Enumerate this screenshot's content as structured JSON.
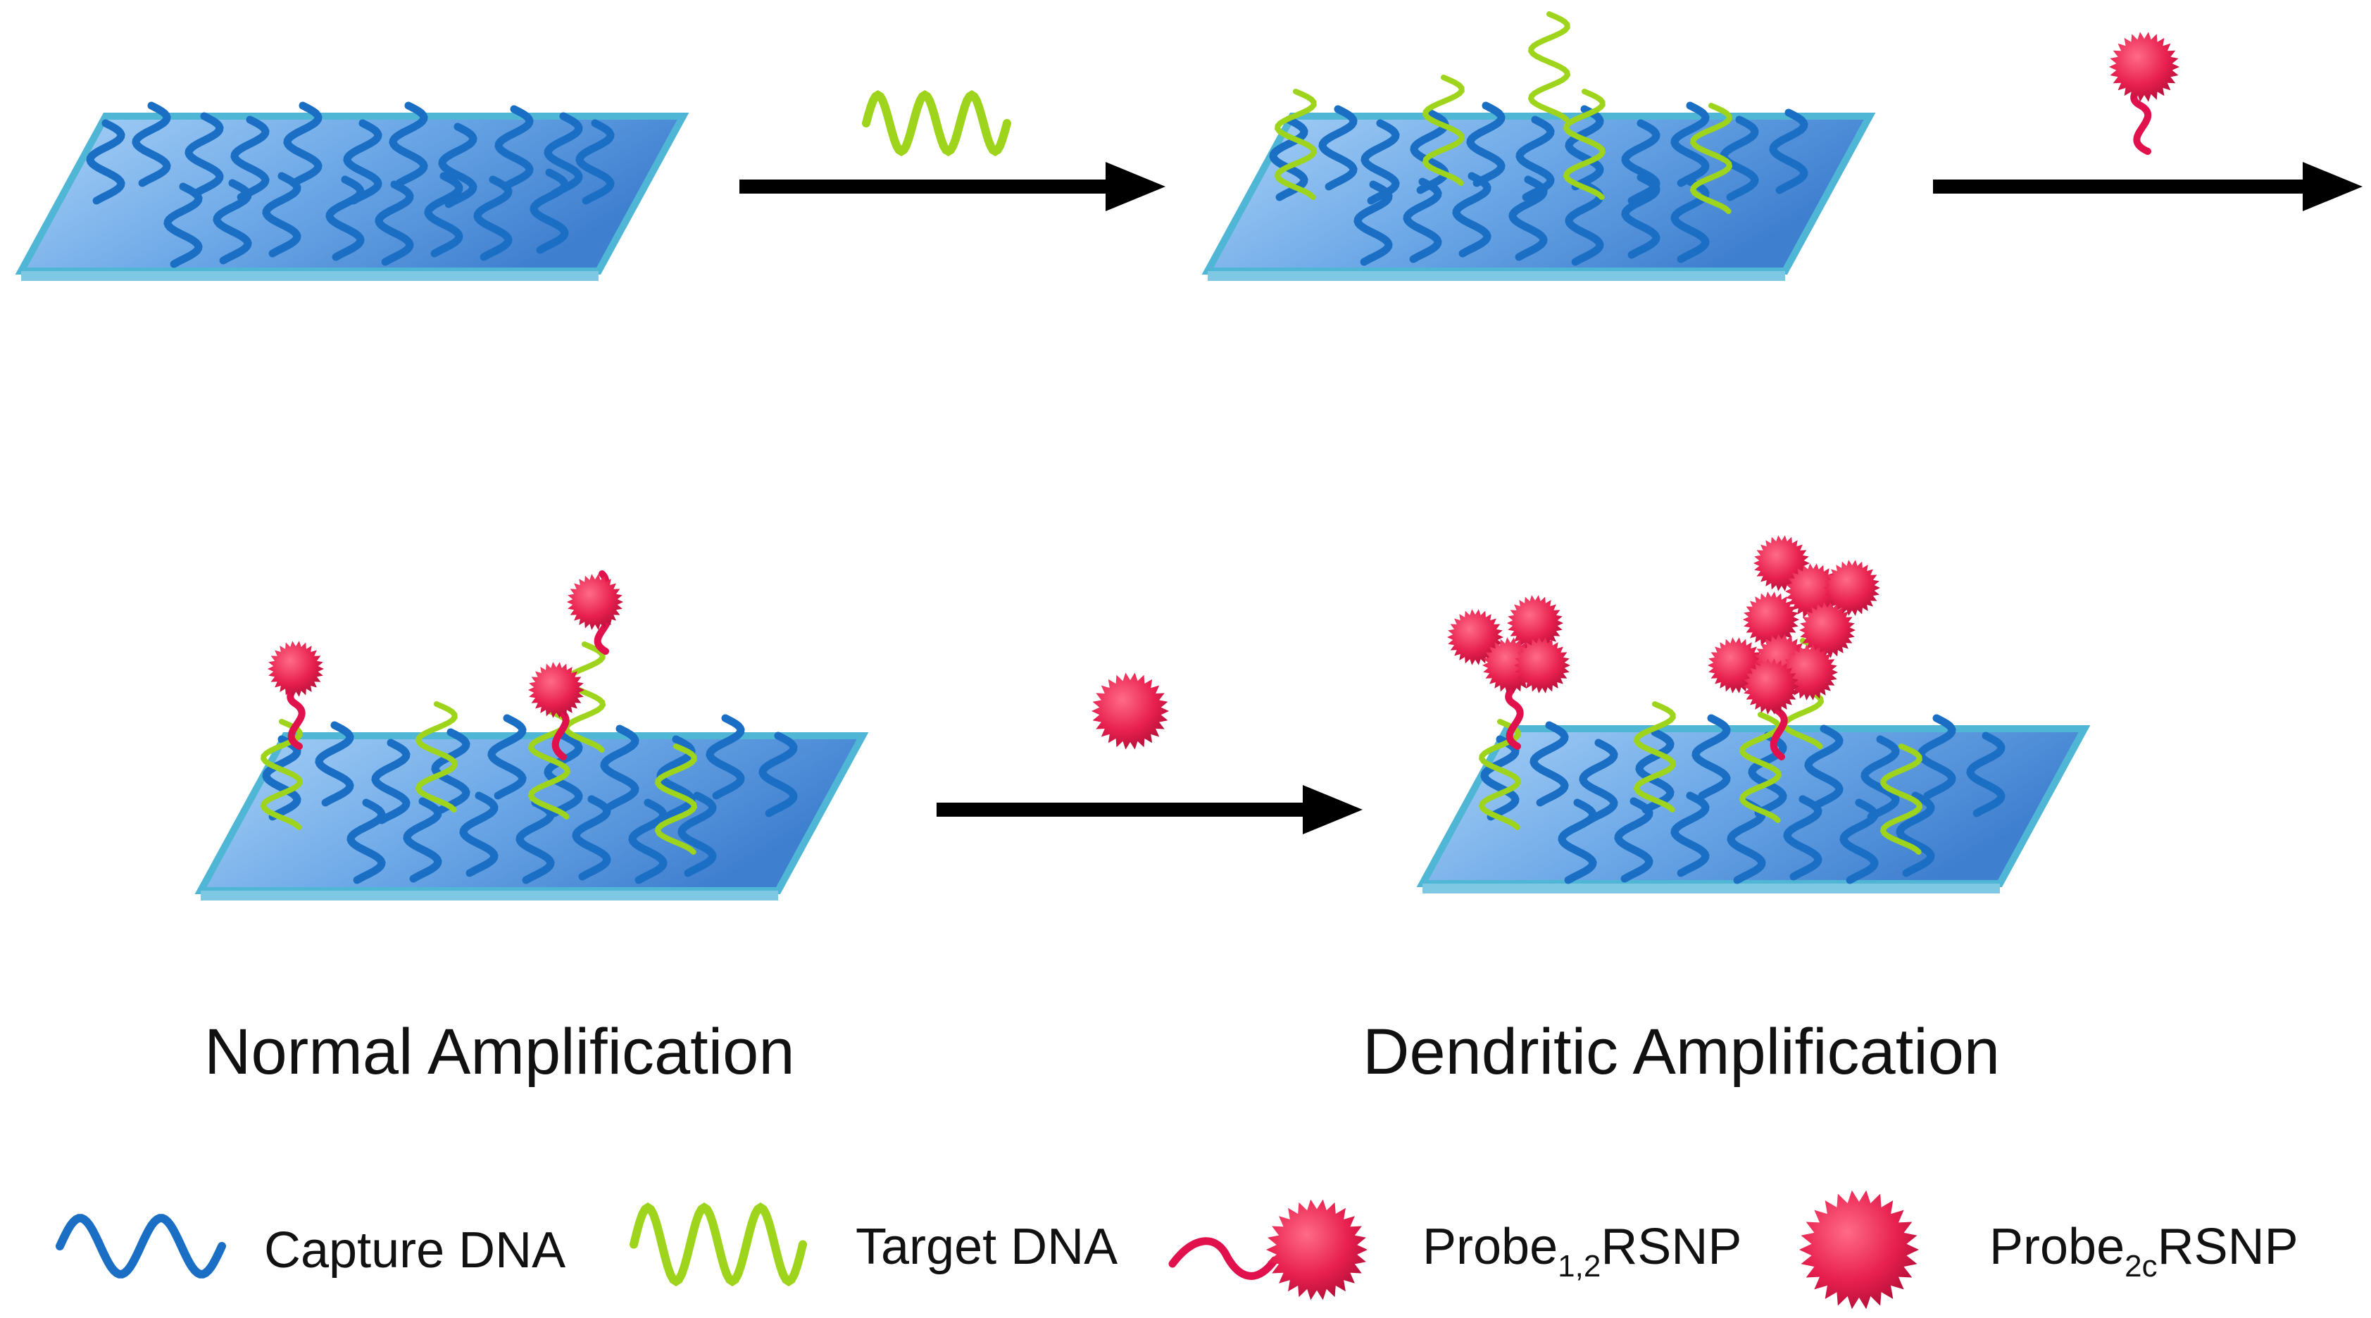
{
  "colors": {
    "capture_dna": "#1a6fc4",
    "target_dna": "#9ed41c",
    "probe_linker": "#e0114d",
    "nanoparticle": "#e8204f",
    "substrate_top": "#6aa6e6",
    "substrate_edge": "#4fb6d6",
    "arrow": "#000000"
  },
  "captions": {
    "normal": "Normal Amplification",
    "dendritic": "Dendritic Amplification"
  },
  "legend": {
    "capture": "Capture DNA",
    "target": "Target DNA",
    "probe12_main": "Probe",
    "probe12_sub": "1,2",
    "probe12_tail": "RSNP",
    "probe2c_main": "Probe",
    "probe2c_sub": "2c",
    "probe2c_tail": "RSNP"
  }
}
